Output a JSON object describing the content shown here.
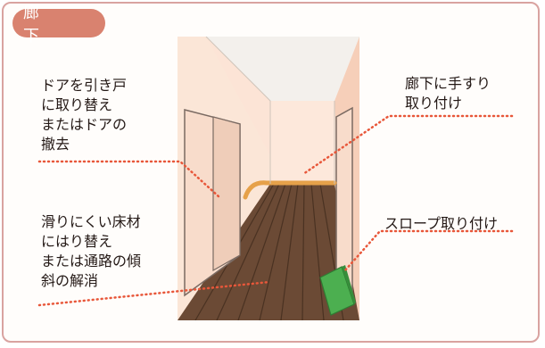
{
  "title": "廊　下",
  "labels": {
    "door": "ドアを引き戸\nに取り替え\nまたはドアの\n撤去",
    "floor": "滑りにくい床材\nにはり替え\nまたは通路の傾\n斜の解消",
    "handrail": "廊下に手すり\n取り付け",
    "slope": "スロープ取り付け"
  },
  "colors": {
    "border": "#d9a3a0",
    "badge": "#d9826f",
    "leader": "#e8573a",
    "wall": "#fce4d6",
    "wall_dark": "#f6cfb9",
    "floor": "#6b4a35",
    "handrail": "#e6a14a",
    "slope": "#4caf50"
  },
  "icons": {
    "illustration": "hallway-illustration"
  }
}
